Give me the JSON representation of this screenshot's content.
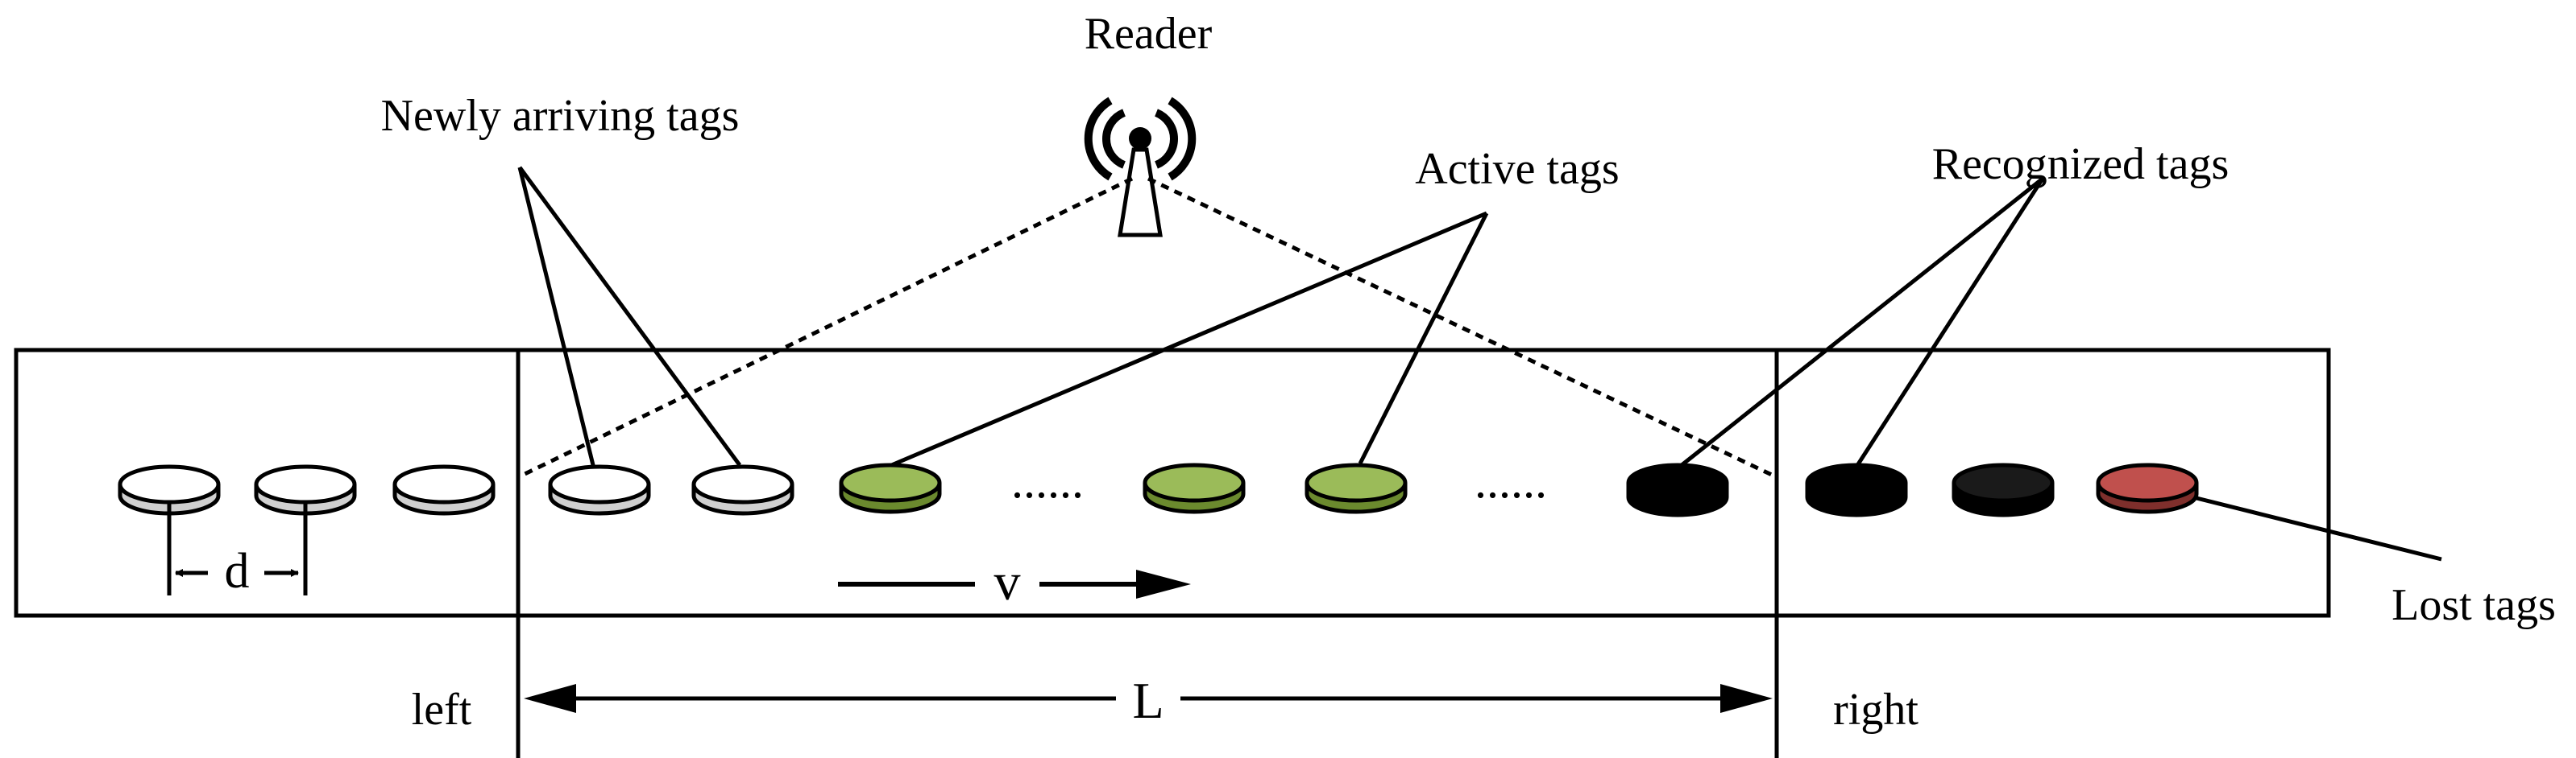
{
  "labels": {
    "reader": "Reader",
    "newly_arriving": "Newly arriving tags",
    "active": "Active tags",
    "recognized": "Recognized tags",
    "lost": "Lost tags",
    "left": "left",
    "right": "right",
    "length": "L",
    "spacing": "d",
    "velocity": "v",
    "ellipsis": "......"
  },
  "colors": {
    "unread": "#ffffff",
    "active": "#9bbb59",
    "recognized": "#000000",
    "lost": "#c0504d",
    "line": "#000000"
  },
  "icons": {
    "reader": "antenna-icon"
  }
}
